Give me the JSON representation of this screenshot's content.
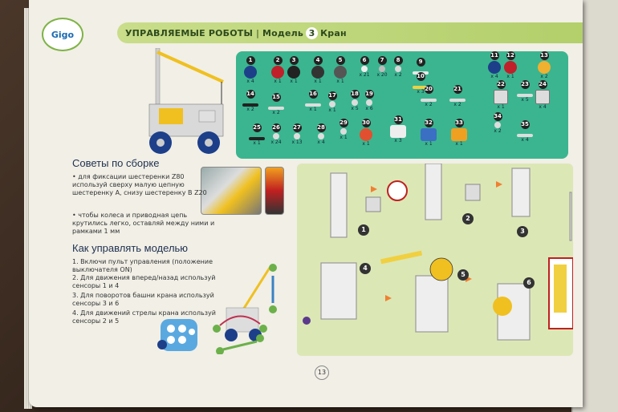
{
  "header": {
    "logo": "Gigo",
    "section": "УПРАВЛЯЕМЫЕ РОБОТЫ",
    "model_label": "Модель",
    "model_number": "3",
    "model_name": "Кран"
  },
  "parts": [
    {
      "num": "1",
      "qty": "x 4",
      "color": "#1d3f8a",
      "shape": "wheel"
    },
    {
      "num": "2",
      "qty": "x 1",
      "color": "#c0202a",
      "shape": "gear"
    },
    {
      "num": "3",
      "qty": "x 1",
      "color": "#222222",
      "shape": "gear"
    },
    {
      "num": "4",
      "qty": "x 1",
      "color": "#333333",
      "shape": "gear"
    },
    {
      "num": "5",
      "qty": "x 1",
      "color": "#555555",
      "shape": "gear"
    },
    {
      "num": "6",
      "qty": "x 21",
      "color": "#eeeeee",
      "shape": "peg"
    },
    {
      "num": "7",
      "qty": "x 20",
      "color": "#bbbbbb",
      "shape": "peg"
    },
    {
      "num": "8",
      "qty": "x 2",
      "color": "#d9d9d9",
      "shape": "peg"
    },
    {
      "num": "9",
      "qty": "x 6",
      "color": "#e8e8e8",
      "shape": "beam"
    },
    {
      "num": "10",
      "qty": "x 3",
      "color": "#f0d040",
      "shape": "beam"
    },
    {
      "num": "11",
      "qty": "x 4",
      "color": "#1d3f8a",
      "shape": "gear"
    },
    {
      "num": "12",
      "qty": "x 1",
      "color": "#c0202a",
      "shape": "gear"
    },
    {
      "num": "13",
      "qty": "x 2",
      "color": "#f0b030",
      "shape": "gear"
    },
    {
      "num": "14",
      "qty": "x 2",
      "color": "#222222",
      "shape": "rod"
    },
    {
      "num": "15",
      "qty": "x 2",
      "color": "#dddddd",
      "shape": "beam"
    },
    {
      "num": "16",
      "qty": "x 1",
      "color": "#dddddd",
      "shape": "beam"
    },
    {
      "num": "17",
      "qty": "x 1",
      "color": "#dddddd",
      "shape": "peg"
    },
    {
      "num": "18",
      "qty": "x 5",
      "color": "#dddddd",
      "shape": "peg"
    },
    {
      "num": "19",
      "qty": "x 6",
      "color": "#dddddd",
      "shape": "peg"
    },
    {
      "num": "20",
      "qty": "x 2",
      "color": "#dddddd",
      "shape": "beam"
    },
    {
      "num": "21",
      "qty": "x 2",
      "color": "#dddddd",
      "shape": "beam"
    },
    {
      "num": "22",
      "qty": "x 1",
      "color": "#dddddd",
      "shape": "frame"
    },
    {
      "num": "23",
      "qty": "x 5",
      "color": "#dddddd",
      "shape": "beam"
    },
    {
      "num": "24",
      "qty": "x 4",
      "color": "#dddddd",
      "shape": "frame"
    },
    {
      "num": "25",
      "qty": "x 1",
      "color": "#222222",
      "shape": "rod"
    },
    {
      "num": "26",
      "qty": "x 24",
      "color": "#dddddd",
      "shape": "peg"
    },
    {
      "num": "27",
      "qty": "x 13",
      "color": "#dddddd",
      "shape": "peg"
    },
    {
      "num": "28",
      "qty": "x 4",
      "color": "#dddddd",
      "shape": "peg"
    },
    {
      "num": "29",
      "qty": "x 1",
      "color": "#dddddd",
      "shape": "peg"
    },
    {
      "num": "30",
      "qty": "x 1",
      "color": "#e05030",
      "shape": "gear"
    },
    {
      "num": "31",
      "qty": "x 3",
      "color": "#eeeeee",
      "shape": "motor"
    },
    {
      "num": "32",
      "qty": "x 1",
      "color": "#3a6fc4",
      "shape": "box"
    },
    {
      "num": "33",
      "qty": "x 1",
      "color": "#f0a020",
      "shape": "box"
    },
    {
      "num": "34",
      "qty": "x 2",
      "color": "#dddddd",
      "shape": "peg"
    },
    {
      "num": "35",
      "qty": "x 4",
      "color": "#dddddd",
      "shape": "beam"
    }
  ],
  "tips": {
    "title": "Советы по сборке",
    "items": [
      "• для фиксации шестеренки Z80 используй сверху малую цепную шестеренку А, снизу шестеренку В Z20",
      "• чтобы колеса и приводная цепь крутились легко, оставляй между ними и рамками 1 мм"
    ]
  },
  "control": {
    "title": "Как управлять моделью",
    "items": [
      "1. Включи пульт управления (положение выключателя ON)",
      "2. Для движения вперед/назад используй сенсоры 1 и 4",
      "3. Для поворотов башни крана используй сенсоры 3 и 6",
      "4. Для движений стрелы крана используй сенсоры 2 и 5"
    ]
  },
  "steps": [
    "1",
    "2",
    "3",
    "4",
    "5",
    "6"
  ],
  "page_number": "13",
  "colors": {
    "header": "#b2cf6a",
    "parts_panel": "#3bb58f",
    "instructions_panel": "#dce7b6"
  }
}
